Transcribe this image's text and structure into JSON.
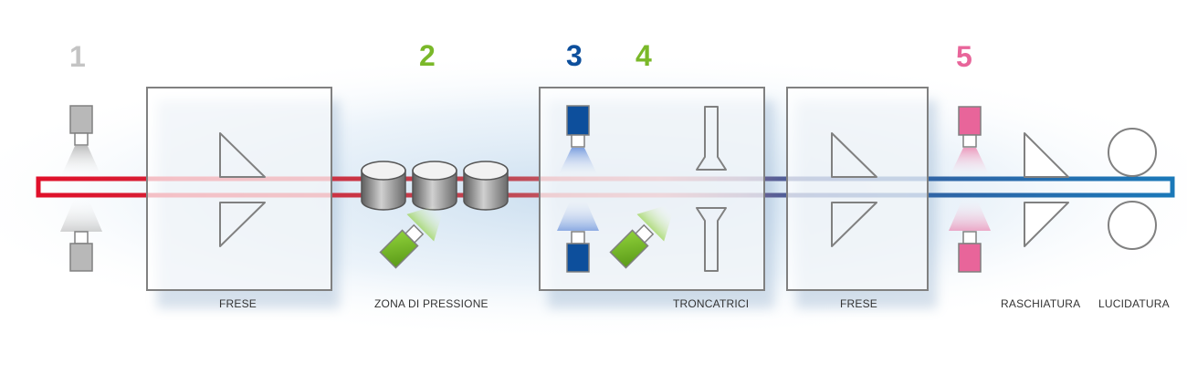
{
  "steps": [
    {
      "number": "1",
      "color": "#c4c4c4"
    },
    {
      "number": "2",
      "color": "#7ab829"
    },
    {
      "number": "3",
      "color": "#0d4f9c"
    },
    {
      "number": "4",
      "color": "#7ab829"
    },
    {
      "number": "5",
      "color": "#e8659a"
    }
  ],
  "labels": {
    "frese_1": "FRESE",
    "zona_pressione": "ZONA DI PRESSIONE",
    "troncatrici": "TRONCATRICI",
    "frese_2": "FRESE",
    "raschiatura": "RASCHIATURA",
    "lucidatura": "LUCIDATURA"
  },
  "colors": {
    "bar_hot": "#e0102a",
    "bar_cold": "#1a78b8",
    "frame": "#808080",
    "sensor_gray": "#b8b8b8",
    "sensor_blue": "#0d4f9c",
    "sensor_green": "#7ab829",
    "sensor_pink": "#e8659a"
  },
  "icons": [
    "sensor-icon",
    "cutter-icon",
    "pressure-roller-icon",
    "saw-blade-icon",
    "polishing-roller-icon"
  ]
}
